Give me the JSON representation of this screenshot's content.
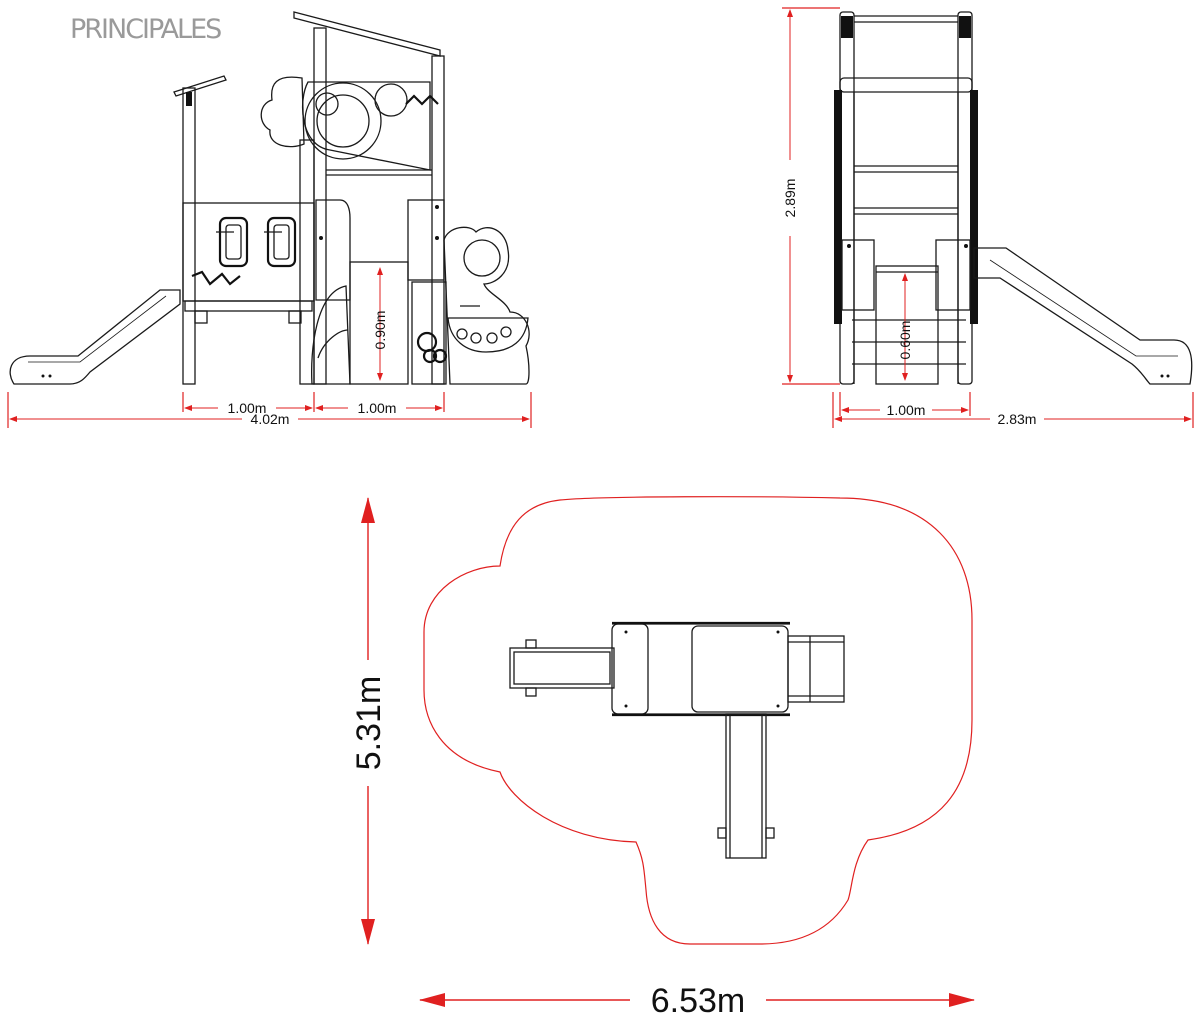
{
  "heading": "PRINCIPALES",
  "front_view": {
    "dims": {
      "width_left": "1.00m",
      "width_right": "1.00m",
      "total_width": "4.02m",
      "platform_height": "0.90m"
    }
  },
  "side_view": {
    "dims": {
      "total_height": "2.89m",
      "platform_height": "0.60m",
      "module_width": "1.00m",
      "total_depth": "2.83m"
    }
  },
  "plan_view": {
    "dims": {
      "safety_depth": "5.31m",
      "safety_width": "6.53m"
    },
    "colors": {
      "safety_zone": "#e02020"
    }
  }
}
